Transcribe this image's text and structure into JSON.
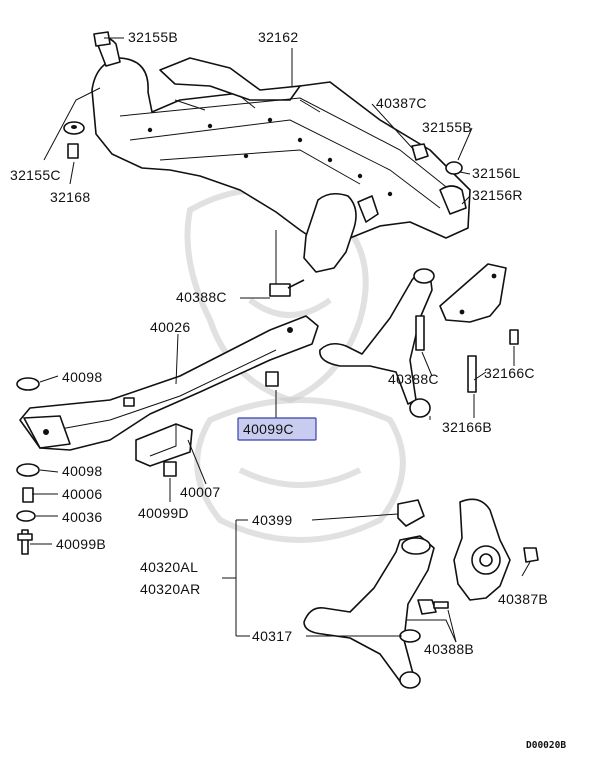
{
  "diagram": {
    "highlight_color": "#c8cdf0",
    "highlight_border": "#3a3fa8",
    "labels": {
      "p32155B_top": "32155B",
      "p32162": "32162",
      "p40387C": "40387C",
      "p32155B_right": "32155B",
      "p32156L": "32156L",
      "p32156R": "32156R",
      "p32155C": "32155C",
      "p32168": "32168",
      "p40388C_left": "40388C",
      "p40026": "40026",
      "p40098_upper": "40098",
      "p40098_lower": "40098",
      "p40006": "40006",
      "p40036": "40036",
      "p40099B": "40099B",
      "p40099C": "40099C",
      "p40007": "40007",
      "p40099D": "40099D",
      "p40388C_right": "40388C",
      "p32166C": "32166C",
      "p32166B": "32166B",
      "p40399": "40399",
      "p40320AL": "40320AL",
      "p40320AR": "40320AR",
      "p40317": "40317",
      "p40387B": "40387B",
      "p40388B": "40388B"
    },
    "code": "D00020B"
  }
}
